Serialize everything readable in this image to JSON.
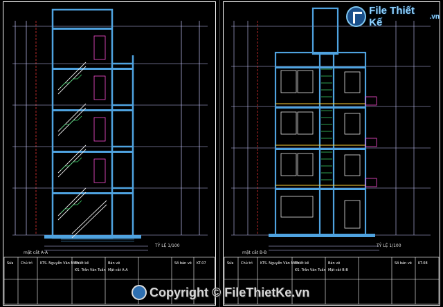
{
  "brand": {
    "name": "File Thiết Kế",
    "domain": ".vn",
    "footer": "Copyright © FileThietKe.vn"
  },
  "left_sheet": {
    "caption": "mặt cắt A-A",
    "scale_note": "TỶ LỆ 1/100",
    "title_block": [
      "Sửa",
      "Chủ trì",
      "KTS. Nguyễn Văn Minh",
      "Thiết kế",
      "KS. Trần Văn Tuấn",
      "Bản vẽ",
      "Mặt cắt A-A",
      "Số bản vẽ",
      "KT-07"
    ]
  },
  "right_sheet": {
    "caption": "mặt cắt B-B",
    "scale_note": "TỶ LỆ 1/100",
    "title_block": [
      "Sửa",
      "Chủ trì",
      "KTS. Nguyễn Văn Minh",
      "Thiết kế",
      "KS. Trần Văn Tuấn",
      "Bản vẽ",
      "Mặt cắt B-B",
      "Số bản vẽ",
      "KT-08"
    ]
  },
  "colors": {
    "frame": "#ffffff",
    "wall": "#4fa3e0",
    "dimension": "#c8c8ff",
    "axis": "#ff3b3b",
    "stair": "#e6e6e6",
    "accent_green": "#3cd36a",
    "accent_yellow": "#ffd23a",
    "accent_magenta": "#ff4fd8"
  }
}
